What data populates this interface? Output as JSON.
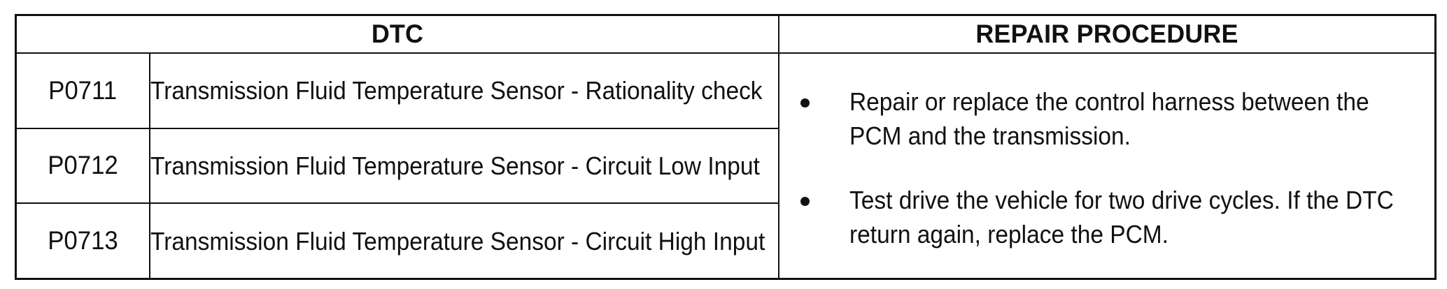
{
  "table": {
    "headers": [
      {
        "label": "DTC",
        "span": 2
      },
      {
        "label": "REPAIR PROCEDURE",
        "span": 1
      }
    ],
    "rows": [
      {
        "code": "P0711",
        "description": "Transmission Fluid Temperature Sensor - Rationality check"
      },
      {
        "code": "P0712",
        "description": "Transmission Fluid Temperature Sensor - Circuit Low Input"
      },
      {
        "code": "P0713",
        "description": "Transmission Fluid Temperature Sensor - Circuit High Input"
      }
    ],
    "repair_procedure": {
      "bullets": [
        "Repair or replace the control harness between the PCM and the transmission.",
        "Test drive the vehicle for two drive cycles. If the DTC return again, replace the PCM."
      ],
      "bullet_glyph": "bullet-dot-icon"
    }
  },
  "colors": {
    "border": "#111111",
    "text": "#111111",
    "background": "#ffffff"
  }
}
